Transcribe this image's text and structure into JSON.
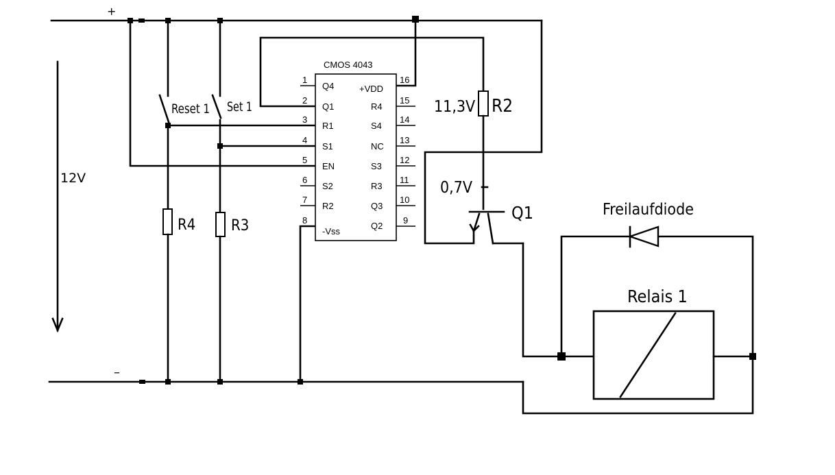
{
  "supply": {
    "plus": "+",
    "minus": "–",
    "voltage": "12V"
  },
  "chip": {
    "title": "CMOS 4043",
    "left_pins": [
      {
        "num": "1",
        "name": "Q4"
      },
      {
        "num": "2",
        "name": "Q1"
      },
      {
        "num": "3",
        "name": "R1"
      },
      {
        "num": "4",
        "name": "S1"
      },
      {
        "num": "5",
        "name": "EN"
      },
      {
        "num": "6",
        "name": "S2"
      },
      {
        "num": "7",
        "name": "R2"
      },
      {
        "num": "8",
        "name": "-Vss"
      }
    ],
    "right_pins": [
      {
        "num": "16",
        "name": "+VDD"
      },
      {
        "num": "15",
        "name": "R4"
      },
      {
        "num": "14",
        "name": "S4"
      },
      {
        "num": "13",
        "name": "NC"
      },
      {
        "num": "12",
        "name": "S3"
      },
      {
        "num": "11",
        "name": "R3"
      },
      {
        "num": "10",
        "name": "Q3"
      },
      {
        "num": "9",
        "name": "Q2"
      }
    ]
  },
  "components": {
    "switch_reset": "Reset 1",
    "switch_set": "Set 1",
    "r4": "R4",
    "r3": "R3",
    "r2": "R2",
    "r2_voltage": "11,3V",
    "vbe": "0,7V",
    "transistor": "Q1",
    "diode": "Freilaufdiode",
    "relay": "Relais 1"
  }
}
